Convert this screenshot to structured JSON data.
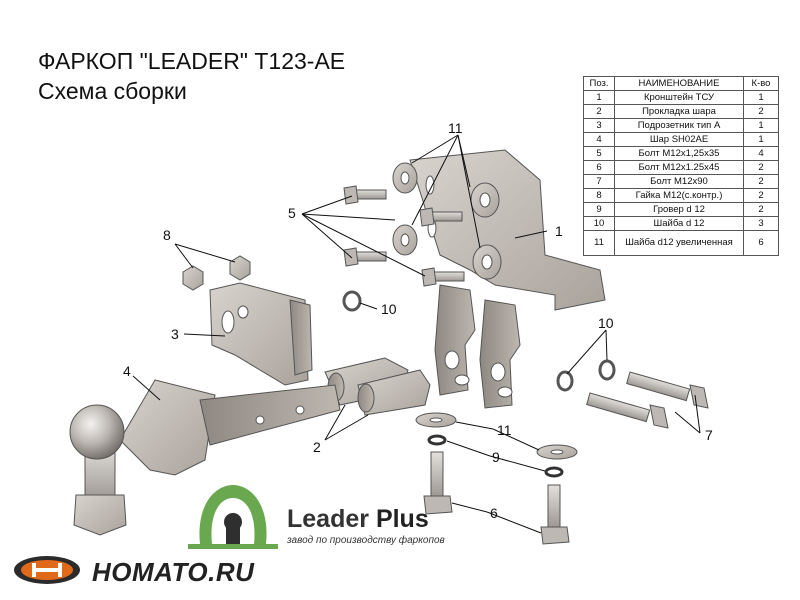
{
  "header": {
    "title": "ФАРКОП \"LEADER\" Т123-АЕ",
    "subtitle": "Схема сборки"
  },
  "parts_table": {
    "columns": [
      "Поз.",
      "НАИМЕНОВАНИЕ",
      "К-во"
    ],
    "rows": [
      {
        "pos": "1",
        "name": "Кронштейн ТСУ",
        "qty": "1"
      },
      {
        "pos": "2",
        "name": "Прокладка шара",
        "qty": "2"
      },
      {
        "pos": "3",
        "name": "Подрозетник тип А",
        "qty": "1"
      },
      {
        "pos": "4",
        "name": "Шар SH02AE",
        "qty": "1"
      },
      {
        "pos": "5",
        "name": "Болт М12х1,25х35",
        "qty": "4"
      },
      {
        "pos": "6",
        "name": "Болт М12х1.25х45",
        "qty": "2"
      },
      {
        "pos": "7",
        "name": "Болт М12х90",
        "qty": "2"
      },
      {
        "pos": "8",
        "name": "Гайка М12(с.контр.)",
        "qty": "2"
      },
      {
        "pos": "9",
        "name": "Гровер d 12",
        "qty": "2"
      },
      {
        "pos": "10",
        "name": "Шайба d 12",
        "qty": "3"
      },
      {
        "pos": "11",
        "name": "Шайба d12 увеличенная",
        "qty": "6"
      }
    ]
  },
  "callouts": {
    "c1": "1",
    "c2": "2",
    "c3": "3",
    "c4": "4",
    "c5": "5",
    "c6": "6",
    "c7": "7",
    "c8": "8",
    "c9": "9",
    "c10a": "10",
    "c10b": "10",
    "c11a": "11",
    "c11b": "11"
  },
  "brand": {
    "name_main": "Leader",
    "name_plus": "Plus",
    "tagline": "завод по производству фаркопов",
    "shop": "HOMATO.RU",
    "brand_color": "#6aa84f",
    "shop_color": "#e06a1a"
  }
}
